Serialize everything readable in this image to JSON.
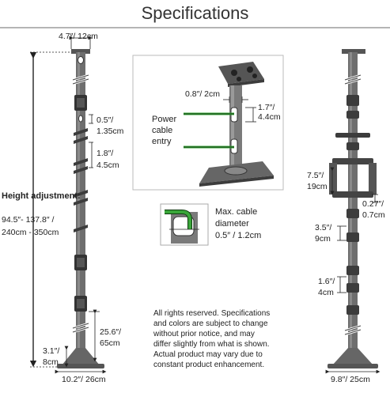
{
  "title": "Specifications",
  "left_diagram": {
    "top_width": "4.7″/ 12cm",
    "height_label": "Height adjustment:",
    "height_range_1": "94.5″- 137.8″ /",
    "height_range_2": "240cm - 350cm",
    "hole_spacing_1": "0.5″/",
    "hole_spacing_2": "1.35cm",
    "clip_spacing_1": "1.8″/",
    "clip_spacing_2": "4.5cm",
    "lower_span_1": "25.6″/",
    "lower_span_2": "65cm",
    "base_height_1": "3.1″/",
    "base_height_2": "8cm",
    "base_width": "10.2″/ 26cm"
  },
  "center_diagram": {
    "pole_diameter": "0.8″/ 2cm",
    "entry_spacing_1": "1.7″/",
    "entry_spacing_2": "4.4cm",
    "power_label_1": "Power",
    "power_label_2": "cable",
    "power_label_3": "entry",
    "cable_label_1": "Max. cable",
    "cable_label_2": "diameter",
    "cable_label_3": "0.5″ / 1.2cm"
  },
  "right_diagram": {
    "bracket_span_1": "7.5″/",
    "bracket_span_2": "19cm",
    "bracket_depth_1": "0.27″/",
    "bracket_depth_2": "0.7cm",
    "mid_span_1": "3.5″/",
    "mid_span_2": "9cm",
    "low_span_1": "1.6″/",
    "low_span_2": "4cm",
    "base_width": "9.8″/ 25cm"
  },
  "notice_lines": [
    "All rights reserved. Specifications",
    "and colors are subject to change",
    "without prior notice, and may",
    "differ slightly from what is shown.",
    "Actual product may vary due to",
    "constant product enhancement."
  ],
  "colors": {
    "pole": "#707070",
    "pole_dark": "#3c3c3c",
    "cable_green": "#3aa63a",
    "box_border": "#aaaaaa"
  }
}
